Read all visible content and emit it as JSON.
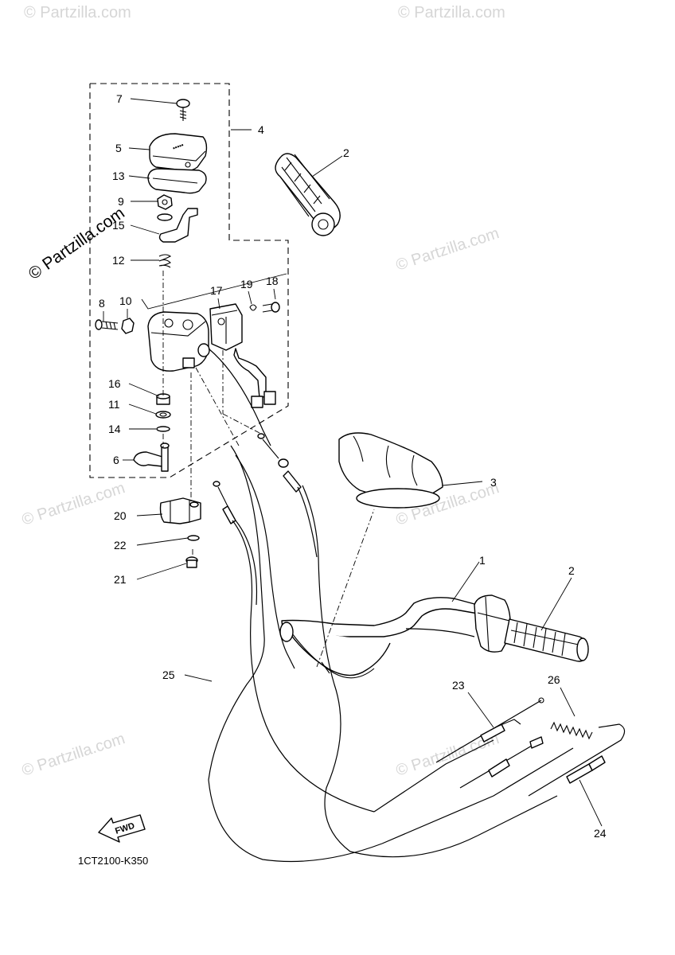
{
  "diagram": {
    "code": "1CT2100-K350",
    "fwd_label": "FWD",
    "watermark": "© Partzilla.com",
    "callouts": [
      {
        "id": "c1",
        "text": "1"
      },
      {
        "id": "c2a",
        "text": "2"
      },
      {
        "id": "c2b",
        "text": "2"
      },
      {
        "id": "c3",
        "text": "3"
      },
      {
        "id": "c4",
        "text": "4"
      },
      {
        "id": "c5",
        "text": "5"
      },
      {
        "id": "c6",
        "text": "6"
      },
      {
        "id": "c7",
        "text": "7"
      },
      {
        "id": "c8",
        "text": "8"
      },
      {
        "id": "c9",
        "text": "9"
      },
      {
        "id": "c10",
        "text": "10"
      },
      {
        "id": "c11",
        "text": "11"
      },
      {
        "id": "c12",
        "text": "12"
      },
      {
        "id": "c13",
        "text": "13"
      },
      {
        "id": "c14",
        "text": "14"
      },
      {
        "id": "c15",
        "text": "15"
      },
      {
        "id": "c16",
        "text": "16"
      },
      {
        "id": "c17",
        "text": "17"
      },
      {
        "id": "c18",
        "text": "18"
      },
      {
        "id": "c19",
        "text": "19"
      },
      {
        "id": "c20",
        "text": "20"
      },
      {
        "id": "c21",
        "text": "21"
      },
      {
        "id": "c22",
        "text": "22"
      },
      {
        "id": "c23",
        "text": "23"
      },
      {
        "id": "c24",
        "text": "24"
      },
      {
        "id": "c25",
        "text": "25"
      },
      {
        "id": "c26",
        "text": "26"
      }
    ]
  }
}
